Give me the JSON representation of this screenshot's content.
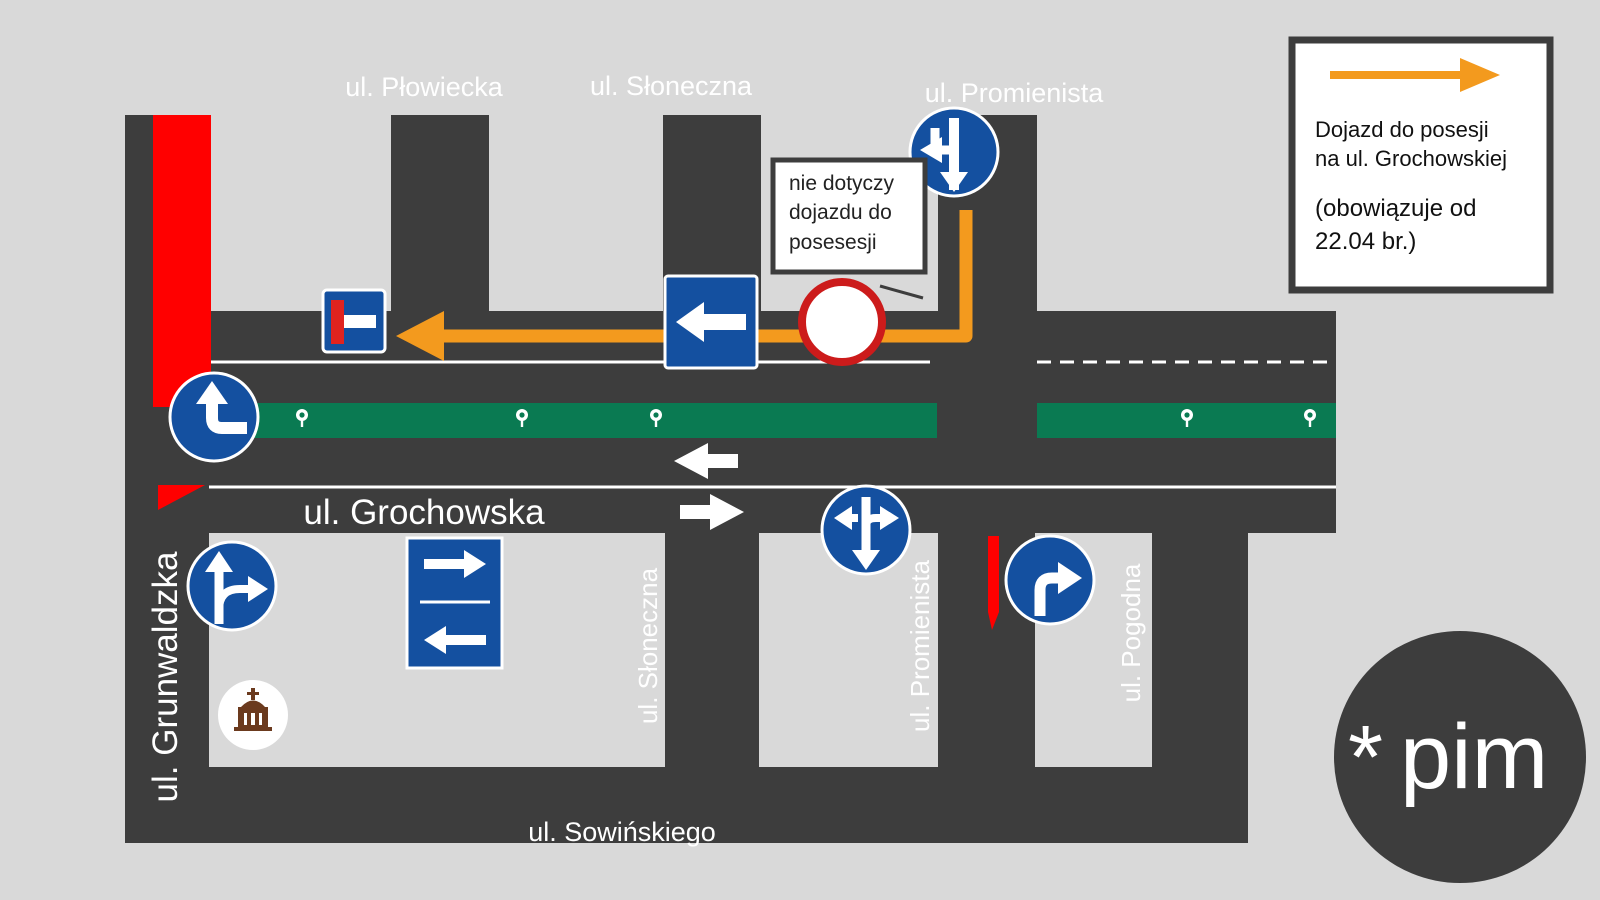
{
  "streets": {
    "plowiecka": "ul. Płowiecka",
    "sloneczna_top": "ul. Słoneczna",
    "promienista_top": "ul. Promienista",
    "grochowska": "ul. Grochowska",
    "grunwaldzka": "ul. Grunwaldzka",
    "sloneczna_bottom": "ul. Słoneczna",
    "promienista_bottom": "ul. Promienista",
    "pogodna": "ul. Pogodna",
    "sowinskiego": "ul. Sowińskiego"
  },
  "note": {
    "line1": "nie dotyczy",
    "line2": "dojazdu do",
    "line3": "posesesji"
  },
  "legend": {
    "line1": "Dojazd do posesji",
    "line2": "na ul. Grochowskiej",
    "line3": "(obowiązuje od",
    "line4": "22.04 br.)",
    "arrow_color": "#f39a1e"
  },
  "logo": {
    "star": "*",
    "text": "pim"
  },
  "colors": {
    "road": "#3d3d3d",
    "background": "#d9d9d9",
    "median": "#0a7a52",
    "route": "#f39a1e",
    "closure": "#ff0000",
    "sign_blue": "#1450a0"
  },
  "icons": {
    "signs": [
      "keep-left-or-straight-sign-icon",
      "dead-end-sign-icon",
      "one-way-left-sign-icon",
      "no-entry-sign-icon",
      "turn-left-only-sign-icon",
      "straight-or-right-sign-icon",
      "two-way-traffic-sign-icon",
      "straight-or-left-sign-icon",
      "turn-right-only-sign-icon"
    ],
    "poi": "church-icon",
    "trees": "tree-icon"
  }
}
